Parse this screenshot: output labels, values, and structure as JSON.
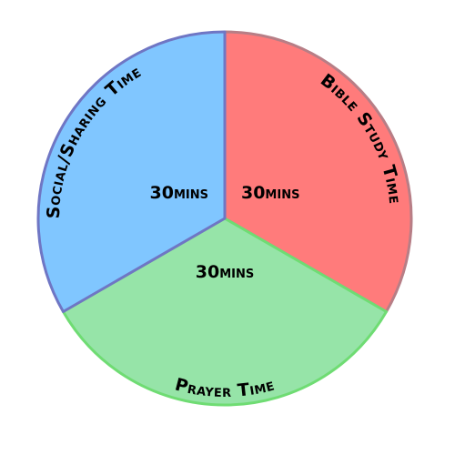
{
  "chart_data": {
    "type": "pie",
    "categories": [
      "Bible Study Time",
      "Prayer Time",
      "Social/Sharing Time"
    ],
    "values": [
      30,
      30,
      30
    ],
    "value_labels": [
      "30mins",
      "30mins",
      "30mins"
    ],
    "colors": {
      "fills": [
        "#ff7b7b",
        "#96e4a8",
        "#80c6ff"
      ],
      "strokes": [
        "#b77e86",
        "#6fdc73",
        "#6f76c4"
      ]
    }
  }
}
